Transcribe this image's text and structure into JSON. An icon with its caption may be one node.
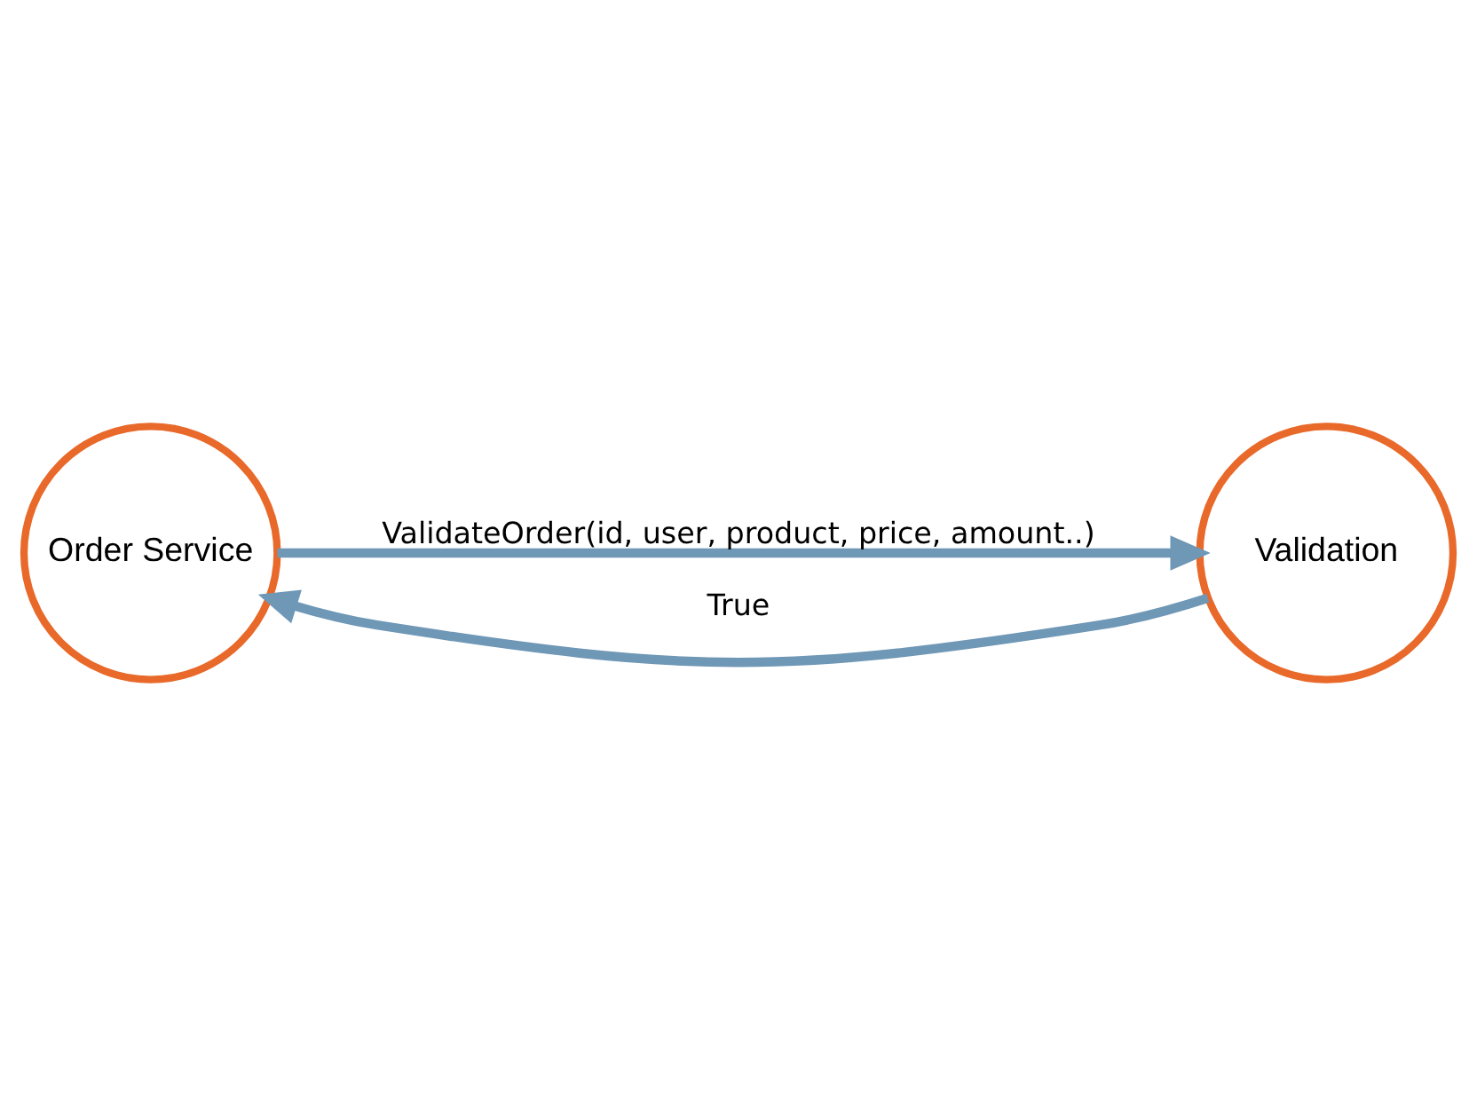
{
  "diagram": {
    "nodes": [
      {
        "text": [
          "Order Service"
        ]
      },
      {
        "text": [
          "Validation"
        ]
      }
    ],
    "edges": [
      {
        "from": 0,
        "to": 1,
        "arrow": "to",
        "label": "ValidateOrder(id, user, product, price, amount..)"
      },
      {
        "from": 1,
        "to": 0,
        "arrow": "to",
        "label": "True"
      }
    ]
  }
}
